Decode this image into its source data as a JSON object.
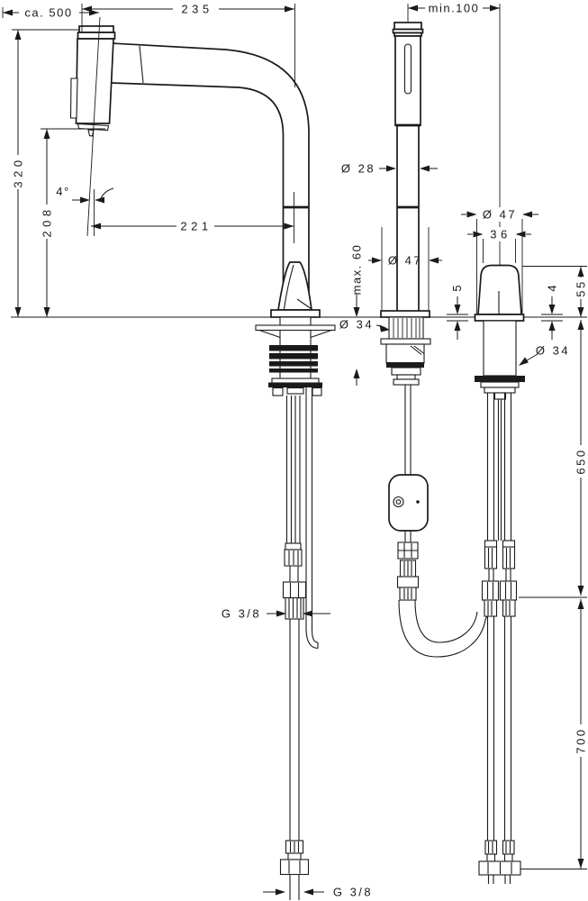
{
  "drawing": {
    "type": "technical-dimension-drawing",
    "subject": "kitchen mixer tap with pull-out spray and separate select handle, 2-hole installation",
    "units": "mm",
    "colors": {
      "background": "#ffffff",
      "line": "#1a1a1a"
    },
    "dimensions": {
      "pullout_hose_extension": "ca. 500",
      "spout_reach": "235",
      "min_hole_distance": "min.100",
      "spout_height": "320",
      "outlet_height": "208",
      "spout_angle": "4°",
      "outlet_reach": "221",
      "spray_tube_diameter": "Ø 28",
      "max_counter_thickness": "max. 60",
      "spray_escutcheon_diameter": "Ø 47",
      "spray_shaft_diameter": "Ø 34",
      "handle_escutcheon_diameter": "Ø 47",
      "handle_grip_width": "36",
      "handle_escutcheon_height": "5",
      "handle_clearance": "4",
      "handle_height": "55",
      "handle_shaft_diameter": "Ø 34",
      "spray_hose_length": "650",
      "supply_hose_length": "700",
      "supply_thread_left": "G 3/8",
      "supply_thread_bottom": "G 3/8"
    }
  }
}
